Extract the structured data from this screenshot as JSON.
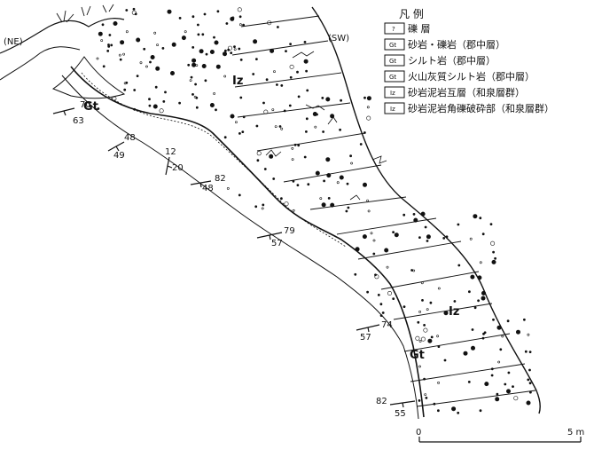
{
  "orientation": {
    "left": "(NE)",
    "right": "(SW)"
  },
  "unit_labels": {
    "iz_upper": "Iz",
    "iz_lower": "Iz",
    "gt_upper": "Gt",
    "gt_lower": "Gt"
  },
  "legend": {
    "title": "凡 例",
    "items": [
      {
        "key": "?",
        "label": "礫 層"
      },
      {
        "key": "Gt",
        "label": "砂岩・礫岩（郡中層）"
      },
      {
        "key": "Gt",
        "label": "シルト岩（郡中層）"
      },
      {
        "key": "Gt",
        "label": "火山灰質シルト岩（郡中層）"
      },
      {
        "key": "Iz",
        "label": "砂岩泥岩互層（和泉層群）"
      },
      {
        "key": "Iz",
        "label": "砂岩泥岩角礫破砕部（和泉層群）"
      }
    ]
  },
  "attitudes": [
    {
      "strike": "70",
      "dip": "63"
    },
    {
      "strike": "48",
      "dip": "49"
    },
    {
      "strike": "12",
      "dip": "20"
    },
    {
      "strike": "82",
      "dip": "48"
    },
    {
      "strike": "79",
      "dip": "57"
    },
    {
      "strike": "74",
      "dip": "57"
    },
    {
      "strike": "82",
      "dip": "55"
    }
  ],
  "scale": {
    "start": "0",
    "end": "5 m"
  },
  "colors": {
    "ink": "#111111",
    "paper": "#ffffff"
  }
}
